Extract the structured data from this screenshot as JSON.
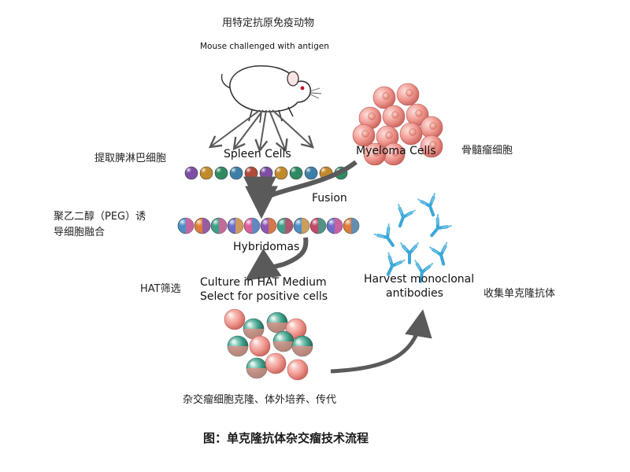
{
  "labels": {
    "immunize_zh": "用特定抗原免疫动物",
    "mouse_en": "Mouse challenged with antigen",
    "spleen_zh": "提取脾淋巴细胞",
    "spleen_en": "Spleen Cells",
    "myeloma_en": "Myeloma Cells",
    "myeloma_zh": "骨髓瘤细胞",
    "fusion_en": "Fusion",
    "peg_zh_line1": "聚乙二醇（PEG）诱",
    "peg_zh_line2": "导细胞融合",
    "hybridomas_en": "Hybridomas",
    "hat_zh": "HAT筛选",
    "culture_en_line1": "Culture in HAT Medium",
    "culture_en_line2": "Select for positive cells",
    "harvest_en_line1": "Harvest monoclonal",
    "harvest_en_line2": "antibodies",
    "harvest_zh": "收集单克隆抗体",
    "clone_zh": "杂交瘤细胞克隆、体外培养、传代",
    "caption": "图：单克隆抗体杂交瘤技术流程"
  },
  "colors": {
    "spleen_beads": [
      "#7c4ea5",
      "#c28a2a",
      "#2f8a62",
      "#3d7fa8",
      "#b04b3a",
      "#7c4ea5",
      "#c28a2a",
      "#2f8a62",
      "#3d7fa8",
      "#c28a2a",
      "#2f8a62"
    ],
    "hybrid_pairs": [
      [
        "#4d8fc6",
        "#d9609a"
      ],
      [
        "#e07d3a",
        "#8b56b5"
      ],
      [
        "#3fa08a",
        "#d9609a"
      ],
      [
        "#6a6fc9",
        "#e0a14a"
      ],
      [
        "#d9609a",
        "#4d8fc6"
      ],
      [
        "#8b56b5",
        "#e07d3a"
      ],
      [
        "#3fa08a",
        "#c24a6a"
      ],
      [
        "#4d8fc6",
        "#e0a14a"
      ],
      [
        "#c24a6a",
        "#3fa08a"
      ],
      [
        "#6a6fc9",
        "#d9609a"
      ],
      [
        "#e07d3a",
        "#4d8fc6"
      ]
    ],
    "myeloma_cell": "#f19a92",
    "antibody": "#3aa7d8",
    "arrow": "#5a5a5a"
  },
  "icons": {
    "mouse": "mouse-illustration",
    "antibody": "y-shaped-antibody-icon"
  }
}
